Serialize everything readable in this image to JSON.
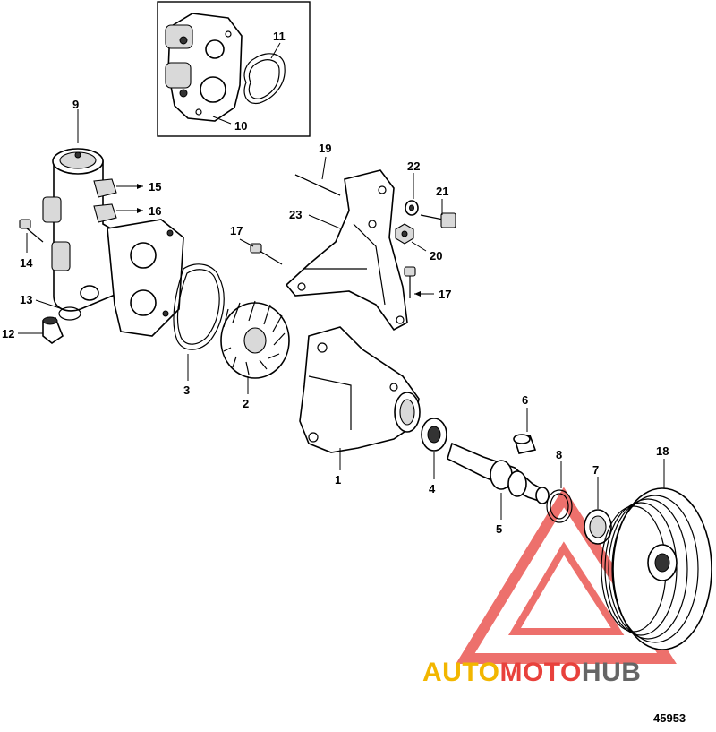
{
  "diagram_id": "45953",
  "callouts": {
    "c1": "1",
    "c2": "2",
    "c3": "3",
    "c4": "4",
    "c5": "5",
    "c6": "6",
    "c7": "7",
    "c8": "8",
    "c9": "9",
    "c10": "10",
    "c11": "11",
    "c12": "12",
    "c13": "13",
    "c14": "14",
    "c15": "15",
    "c16": "16",
    "c17a": "17",
    "c17b": "17",
    "c18": "18",
    "c19": "19",
    "c20": "20",
    "c21": "21",
    "c22": "22",
    "c23": "23"
  },
  "watermark": {
    "part1": "AUTO",
    "part2": "MOTO",
    "part3": "HUB",
    "color_orange": "#f2b600",
    "color_red": "#e8413c",
    "color_gray": "#666666"
  }
}
